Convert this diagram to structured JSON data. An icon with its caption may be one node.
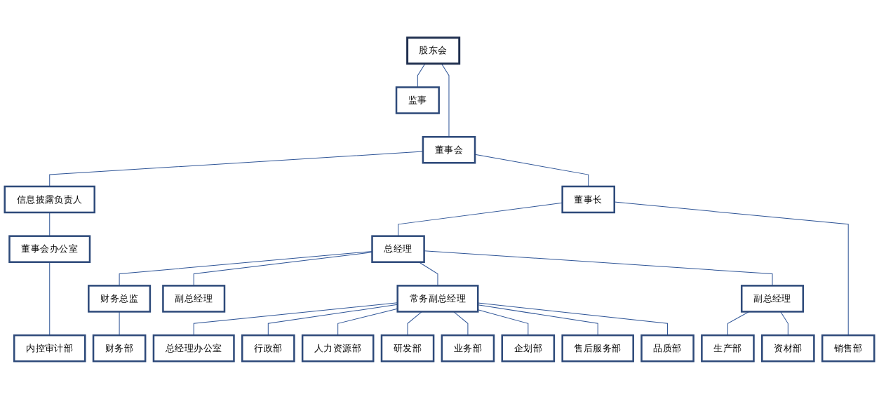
{
  "diagram": {
    "nodes": [
      {
        "text": [
          "股东会"
        ]
      },
      {
        "text": [
          "监事"
        ]
      },
      {
        "text": [
          "董事会"
        ]
      },
      {
        "text": [
          "董事长"
        ]
      },
      {
        "text": [
          "信息披露负责人"
        ]
      },
      {
        "text": [
          "总经理"
        ]
      },
      {
        "text": [
          "董事会办公室"
        ]
      },
      {
        "text": [
          "财务总监"
        ]
      },
      {
        "text": [
          "常务副总经理"
        ]
      },
      {
        "text": [
          "副总经理"
        ]
      },
      {
        "text": [
          "副总经理"
        ]
      },
      {
        "text": [
          "内控审计部"
        ]
      },
      {
        "text": [
          "财务部"
        ]
      },
      {
        "text": [
          "总经理办公室"
        ]
      },
      {
        "text": [
          "行政部"
        ]
      },
      {
        "text": [
          "人力资源部"
        ]
      },
      {
        "text": [
          "研发部"
        ]
      },
      {
        "text": [
          "业务部"
        ]
      },
      {
        "text": [
          "企划部"
        ]
      },
      {
        "text": [
          "售后服务部"
        ]
      },
      {
        "text": [
          "品质部"
        ]
      },
      {
        "text": [
          "生产部"
        ]
      },
      {
        "text": [
          "资材部"
        ]
      },
      {
        "text": [
          "销售部"
        ]
      }
    ],
    "edges": [
      {
        "from": 0,
        "to": 1,
        "arrow": "none"
      },
      {
        "from": 0,
        "to": 2,
        "arrow": "none"
      },
      {
        "from": 2,
        "to": 4,
        "arrow": "none"
      },
      {
        "from": 2,
        "to": 3,
        "arrow": "none"
      },
      {
        "from": 3,
        "to": 5,
        "arrow": "none"
      },
      {
        "from": 3,
        "to": 23,
        "arrow": "none"
      },
      {
        "from": 4,
        "to": 6,
        "arrow": "none"
      },
      {
        "from": 6,
        "to": 11,
        "arrow": "none"
      },
      {
        "from": 5,
        "to": 7,
        "arrow": "none"
      },
      {
        "from": 5,
        "to": 8,
        "arrow": "none"
      },
      {
        "from": 5,
        "to": 9,
        "arrow": "none"
      },
      {
        "from": 5,
        "to": 10,
        "arrow": "none"
      },
      {
        "from": 7,
        "to": 12,
        "arrow": "none"
      },
      {
        "from": 8,
        "to": 13,
        "arrow": "none"
      },
      {
        "from": 8,
        "to": 14,
        "arrow": "none"
      },
      {
        "from": 8,
        "to": 15,
        "arrow": "none"
      },
      {
        "from": 8,
        "to": 16,
        "arrow": "none"
      },
      {
        "from": 8,
        "to": 17,
        "arrow": "none"
      },
      {
        "from": 8,
        "to": 18,
        "arrow": "none"
      },
      {
        "from": 8,
        "to": 19,
        "arrow": "none"
      },
      {
        "from": 8,
        "to": 20,
        "arrow": "none"
      },
      {
        "from": 10,
        "to": 21,
        "arrow": "none"
      },
      {
        "from": 10,
        "to": 22,
        "arrow": "none"
      }
    ]
  }
}
